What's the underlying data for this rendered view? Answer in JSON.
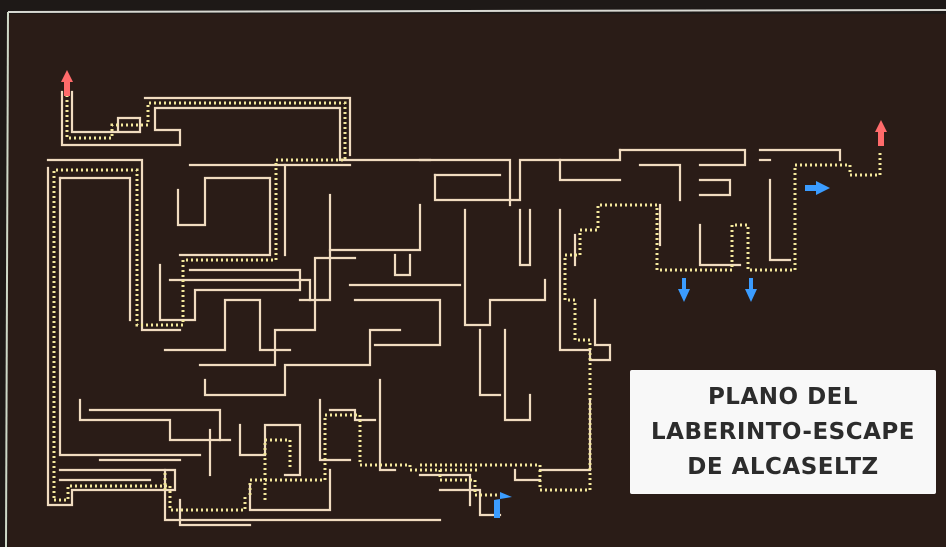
{
  "title_lines": [
    "PLANO DEL",
    "LABERINTO-ESCAPE",
    "DE ALCASELTZ"
  ],
  "colors": {
    "background": "#1a1614",
    "paper": "#2c1d18",
    "wall": "#f1dcc0",
    "route_dots": "#f4e89c",
    "entrance_arrow": "#ff6b6b",
    "exit_arrow": "#3b9cff",
    "label_box": "#f8f8f8",
    "label_text": "#2c2c2c"
  }
}
